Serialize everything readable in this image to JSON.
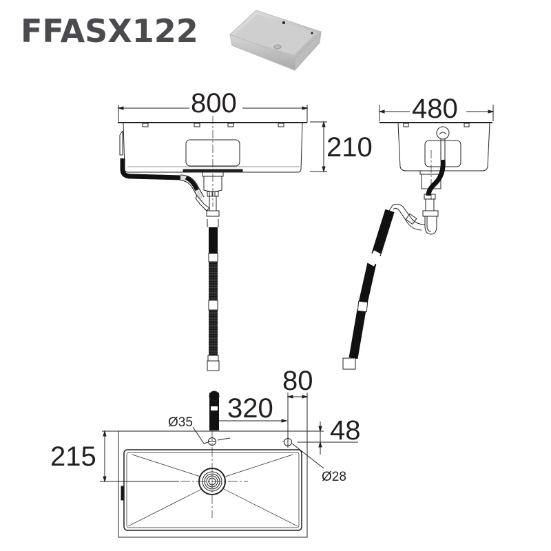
{
  "header": {
    "model_code": "FFASX122",
    "product_thumbnail": "stainless-steel-sink-photo"
  },
  "front_view": {
    "width_label": "800",
    "height_label": "210"
  },
  "side_view": {
    "width_label": "480"
  },
  "top_view": {
    "tap_hole_offset_label": "320",
    "side_hole_offset_label": "80",
    "hole_edge_offset_label": "48",
    "depth_label": "215",
    "tap_hole_diameter_label": "Ø35",
    "side_hole_diameter_label": "Ø28"
  },
  "colors": {
    "title": "#4a4a4f",
    "line": "#231f20",
    "hose": "#111111",
    "background": "#ffffff"
  }
}
